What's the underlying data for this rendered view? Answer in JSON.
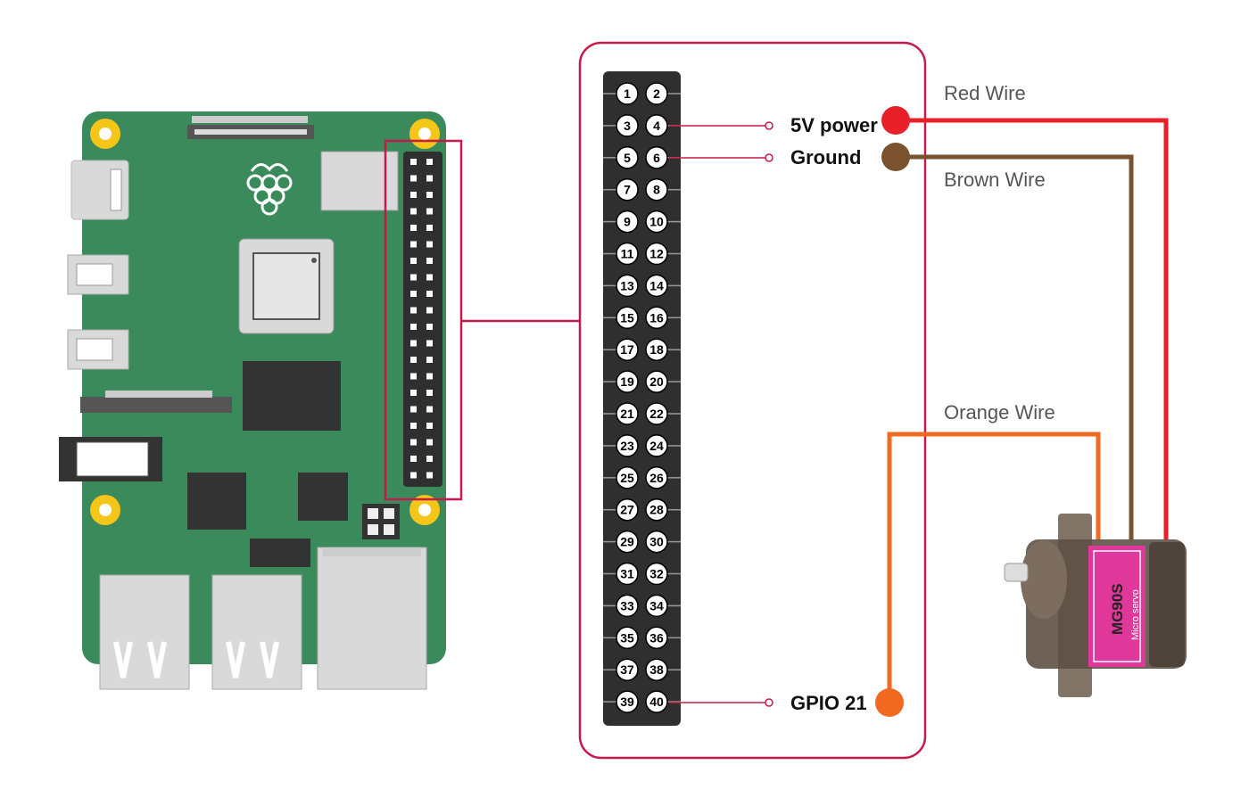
{
  "pins": [
    "1",
    "2",
    "3",
    "4",
    "5",
    "6",
    "7",
    "8",
    "9",
    "10",
    "11",
    "12",
    "13",
    "14",
    "15",
    "16",
    "17",
    "18",
    "19",
    "20",
    "21",
    "22",
    "23",
    "24",
    "25",
    "26",
    "27",
    "28",
    "29",
    "30",
    "31",
    "32",
    "33",
    "34",
    "35",
    "36",
    "37",
    "38",
    "39",
    "40"
  ],
  "callouts": {
    "power": "5V power",
    "ground": "Ground",
    "gpio": "GPIO 21"
  },
  "wires": {
    "red": "Red Wire",
    "brown": "Brown Wire",
    "orange": "Orange Wire"
  },
  "servo": {
    "model": "MG90S",
    "subtitle": "Micro servo"
  },
  "colors": {
    "frame": "#c51a4a",
    "red_wire": "#e8202a",
    "brown_wire": "#7a5230",
    "orange_wire": "#f26a22",
    "board": "#3a8a5c",
    "servo_label": "#e0389a"
  }
}
